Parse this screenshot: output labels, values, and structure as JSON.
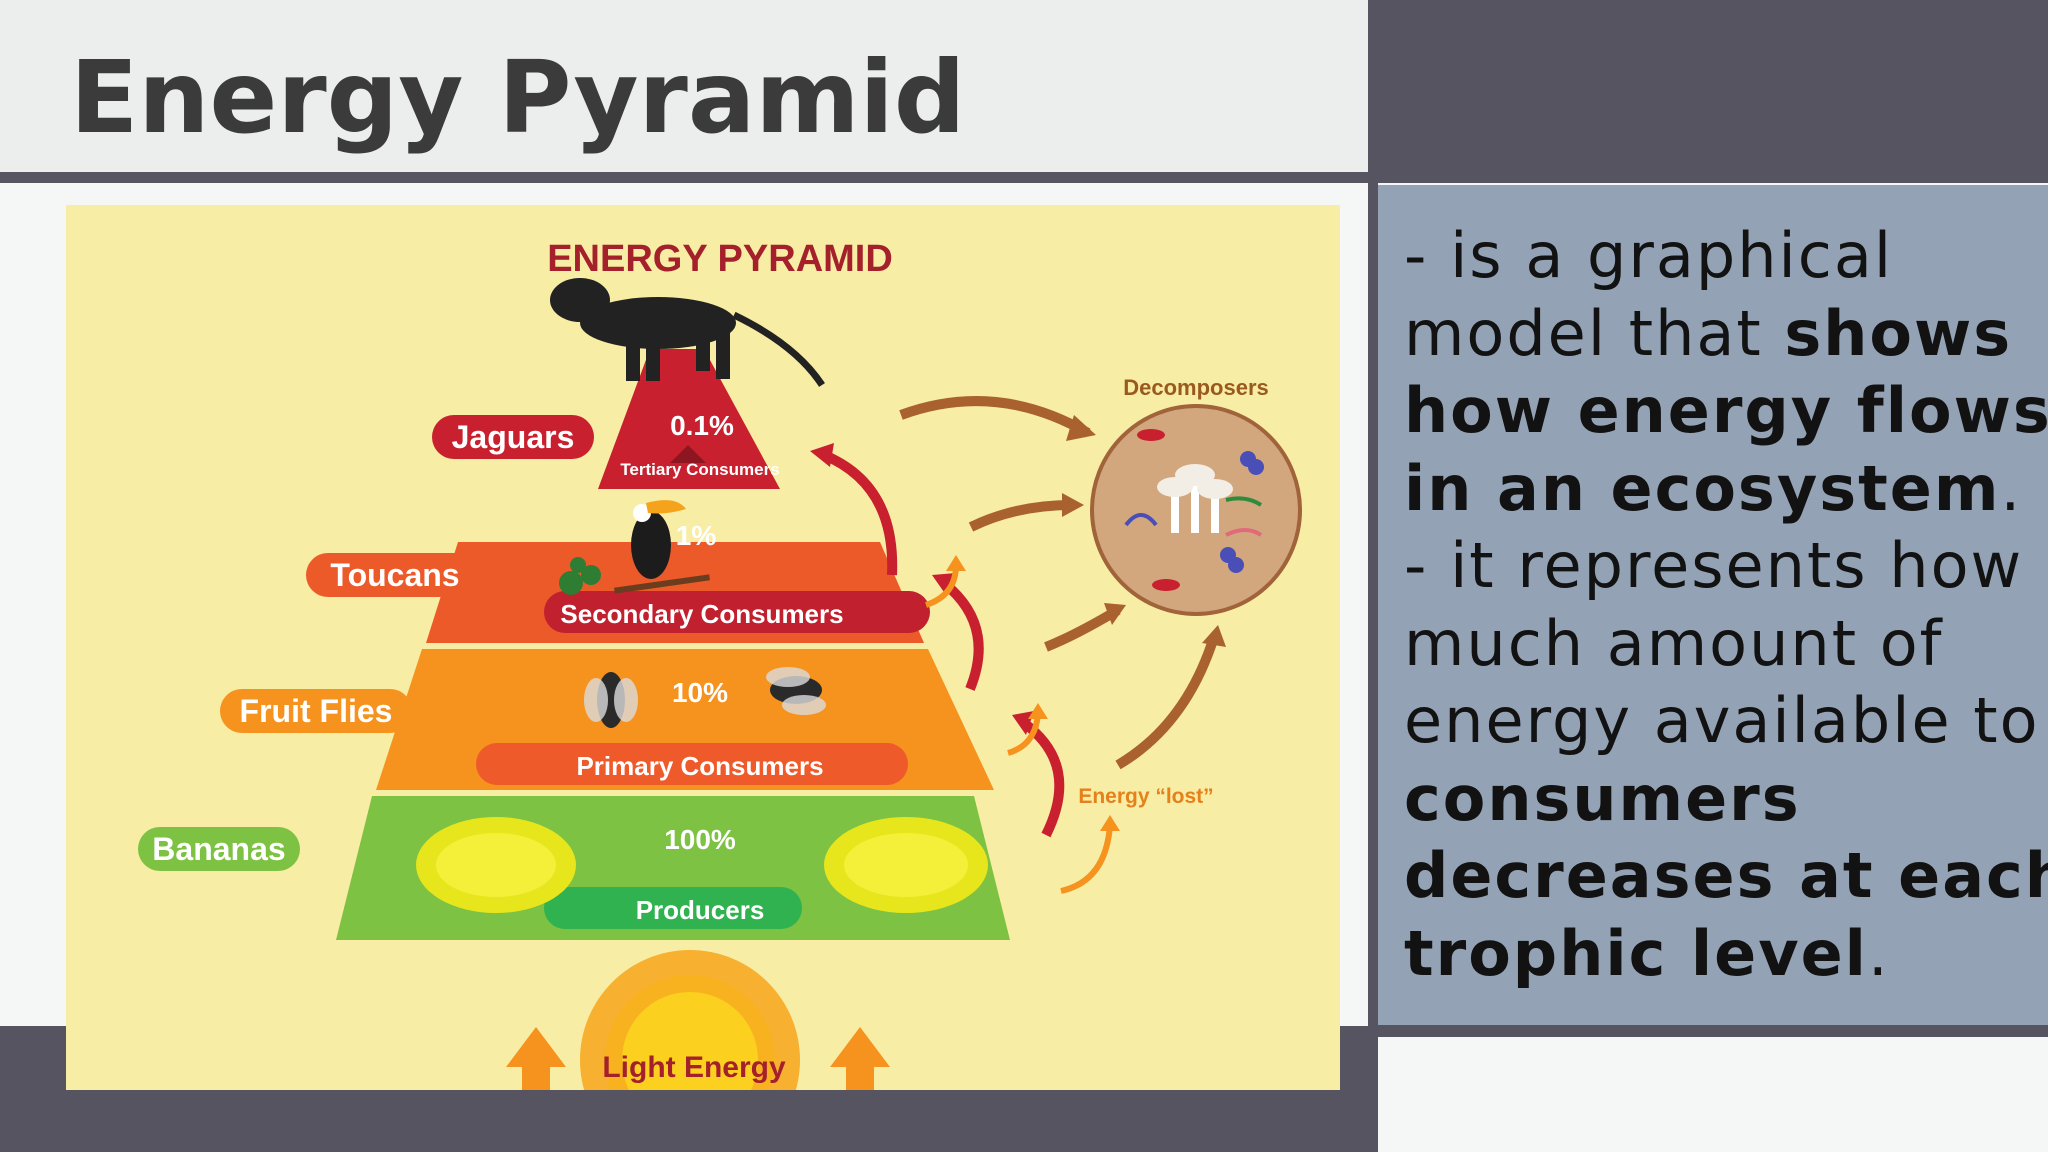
{
  "slide": {
    "title": "Energy Pyramid"
  },
  "definition": {
    "line1": "- is a graphical",
    "line2_plain": "model that ",
    "line2_bold": "shows",
    "line3_bold": "how energy flows",
    "line4_bold": "in an ecosystem",
    "line4_plain": ".",
    "line5": "- it represents how",
    "line6": "much amount of",
    "line7": "energy available to",
    "line8_bold": "consumers",
    "line9_bold": "decreases at each",
    "line10_bold": "trophic level",
    "line10_plain": "."
  },
  "diagram": {
    "title": "ENERGY PYRAMID",
    "levels": [
      {
        "organism": "Jaguars",
        "percent": "0.1%",
        "level": "Tertiary Consumers",
        "color": "#c8202f"
      },
      {
        "organism": "Toucans",
        "percent": "1%",
        "level": "Secondary Consumers",
        "color": "#ec5a2a"
      },
      {
        "organism": "Fruit Flies",
        "percent": "10%",
        "level": "Primary Consumers",
        "color": "#f6921e"
      },
      {
        "organism": "Bananas",
        "percent": "100%",
        "level": "Producers",
        "color": "#7dc242"
      }
    ],
    "decomposers_label": "Decomposers",
    "energy_lost_label": "Energy “lost”",
    "light_energy_label": "Light Energy"
  },
  "colors": {
    "infographic_background": "#f8eda4",
    "text_panel": "#93a3b5",
    "dark_accent": "#565461",
    "title_text": "#3b3b3b"
  }
}
